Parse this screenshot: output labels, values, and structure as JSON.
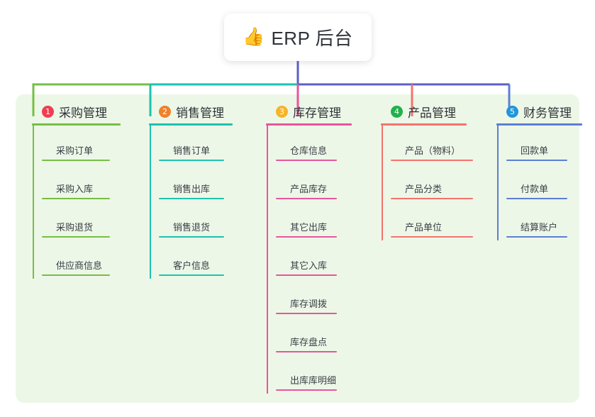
{
  "root": {
    "emoji": "👍",
    "emoji_name": "thumbs-up-icon",
    "title": "ERP 后台"
  },
  "canvas": {
    "background": "#edf7e8"
  },
  "trunk": {
    "color": "#5b5fc7"
  },
  "branches": [
    {
      "number": "1",
      "title": "采购管理",
      "color": "#76bf43",
      "badge_color": "#ef3e52",
      "header_rule_width": 125,
      "leaf_rule_width": 96,
      "children": [
        {
          "label": "采购订单"
        },
        {
          "label": "采购入库"
        },
        {
          "label": "采购退货"
        },
        {
          "label": "供应商信息"
        }
      ]
    },
    {
      "number": "2",
      "title": "销售管理",
      "color": "#1ec2ae",
      "badge_color": "#f0812a",
      "header_rule_width": 118,
      "leaf_rule_width": 92,
      "children": [
        {
          "label": "销售订单"
        },
        {
          "label": "销售出库"
        },
        {
          "label": "销售退货"
        },
        {
          "label": "客户信息"
        }
      ]
    },
    {
      "number": "3",
      "title": "库存管理",
      "color": "#e8559c",
      "badge_color": "#f5b52a",
      "header_rule_width": 121,
      "leaf_rule_width": 86,
      "children": [
        {
          "label": "仓库信息"
        },
        {
          "label": "产品库存"
        },
        {
          "label": "其它出库"
        },
        {
          "label": "其它入库"
        },
        {
          "label": "库存调拨"
        },
        {
          "label": "库存盘点"
        },
        {
          "label": "出库库明细"
        }
      ]
    },
    {
      "number": "4",
      "title": "产品管理",
      "color": "#f4736e",
      "badge_color": "#22b14c",
      "header_rule_width": 121,
      "leaf_rule_width": 116,
      "children": [
        {
          "label": "产品（物料）"
        },
        {
          "label": "产品分类"
        },
        {
          "label": "产品单位"
        }
      ]
    },
    {
      "number": "5",
      "title": "财务管理",
      "color": "#5b7fd4",
      "badge_color": "#2196d8",
      "header_rule_width": 121,
      "leaf_rule_width": 86,
      "children": [
        {
          "label": "回款单"
        },
        {
          "label": "付款单"
        },
        {
          "label": "结算账户"
        }
      ]
    }
  ]
}
